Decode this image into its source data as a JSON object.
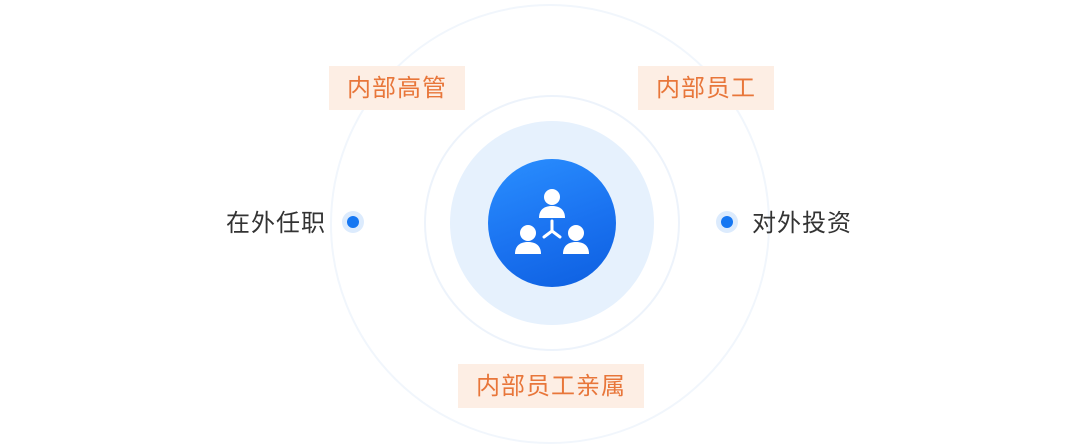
{
  "diagram": {
    "center_icon": "people-network-icon",
    "tags": {
      "executives": "内部高管",
      "employees": "内部员工",
      "employee_relatives": "内部员工亲属"
    },
    "side_labels": {
      "left": "在外任职",
      "right": "对外投资"
    }
  },
  "colors": {
    "accent_blue": "#1677f2",
    "tag_background": "#fdeee4",
    "tag_text": "#e8763a",
    "label_text": "#333333"
  }
}
